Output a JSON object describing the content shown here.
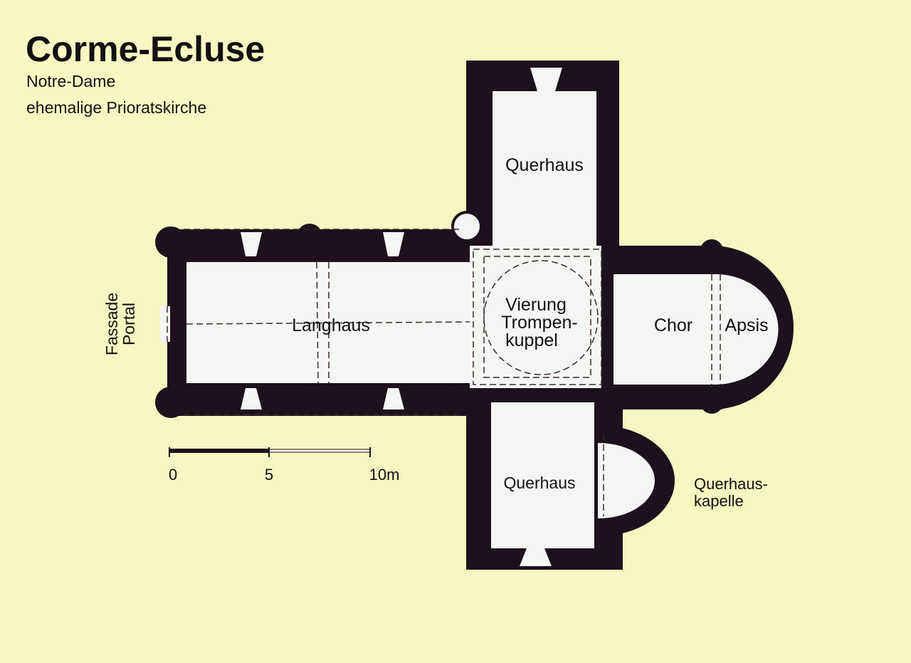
{
  "header": {
    "title": "Corme-Ecluse",
    "subtitle": "Notre-Dame",
    "subtitle2": "ehemalige Prioratskirche"
  },
  "labels": {
    "north_transept": "Querhaus",
    "nave": "Langhaus",
    "crossing_1": "Vierung",
    "crossing_2": "Trompen-",
    "crossing_3": "kuppel",
    "choir": "Chor",
    "apse": "Apsis",
    "south_transept": "Querhaus",
    "chapel_1": "Querhaus-",
    "chapel_2": "kapelle",
    "facade_1": "Fassade",
    "facade_2": "Portal"
  },
  "scale": {
    "ticks": [
      "0",
      "5",
      "10m"
    ]
  },
  "colors": {
    "background": "#f8f6c2",
    "wall": "#1c111c",
    "interior": "#f4f6f4"
  }
}
